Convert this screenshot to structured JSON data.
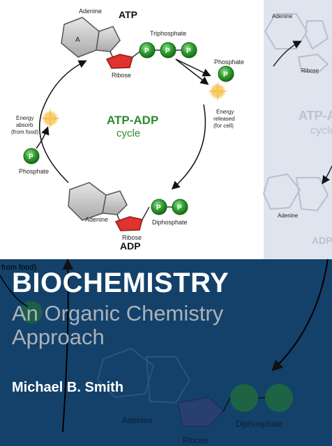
{
  "cover": {
    "title": "BIOCHEMISTRY",
    "subtitle_line1": "An Organic Chemistry",
    "subtitle_line2": "Approach",
    "author": "Michael B. Smith"
  },
  "diagram": {
    "atp_label": "ATP",
    "adp_label": "ADP",
    "cycle_title_line1": "ATP-ADP",
    "cycle_title_line2": "cycle",
    "adenine_top": "Adenine",
    "adenine_letter": "A",
    "ribose_top": "Ribose",
    "triphosphate": "Triphosphate",
    "phosphate_right": "Phosphate",
    "energy_released_1": "Energy",
    "energy_released_2": "released",
    "energy_released_3": "(for cell)",
    "energy_absorb_1": "Energy",
    "energy_absorb_2": "absorb",
    "energy_absorb_3": "(from food)",
    "phosphate_left": "Phosphate",
    "adenine_bottom": "Adenine",
    "ribose_bottom": "Ribose",
    "diphosphate": "Diphosphate",
    "p_glyph": "P"
  },
  "ghost": {
    "adenine_top": "Adenine",
    "ribose_top": "Ribose",
    "cycle_title_line1": "ATP-A",
    "cycle_title_line2": "cycle",
    "adenine_mid": "Adenine",
    "adp_label": "ADP",
    "from_food": "from food)",
    "adenine_bottom": "Adenine",
    "ribose_bottom": "Ribose",
    "diphosphate": "Diphosphate"
  },
  "colors": {
    "navy_band": "#14416a",
    "ghost_panel": "#dfe4ee",
    "phosphate_green": "#2f9e2f",
    "ribose_red": "#e0322e",
    "cycle_title_green": "#2e8a2e"
  }
}
